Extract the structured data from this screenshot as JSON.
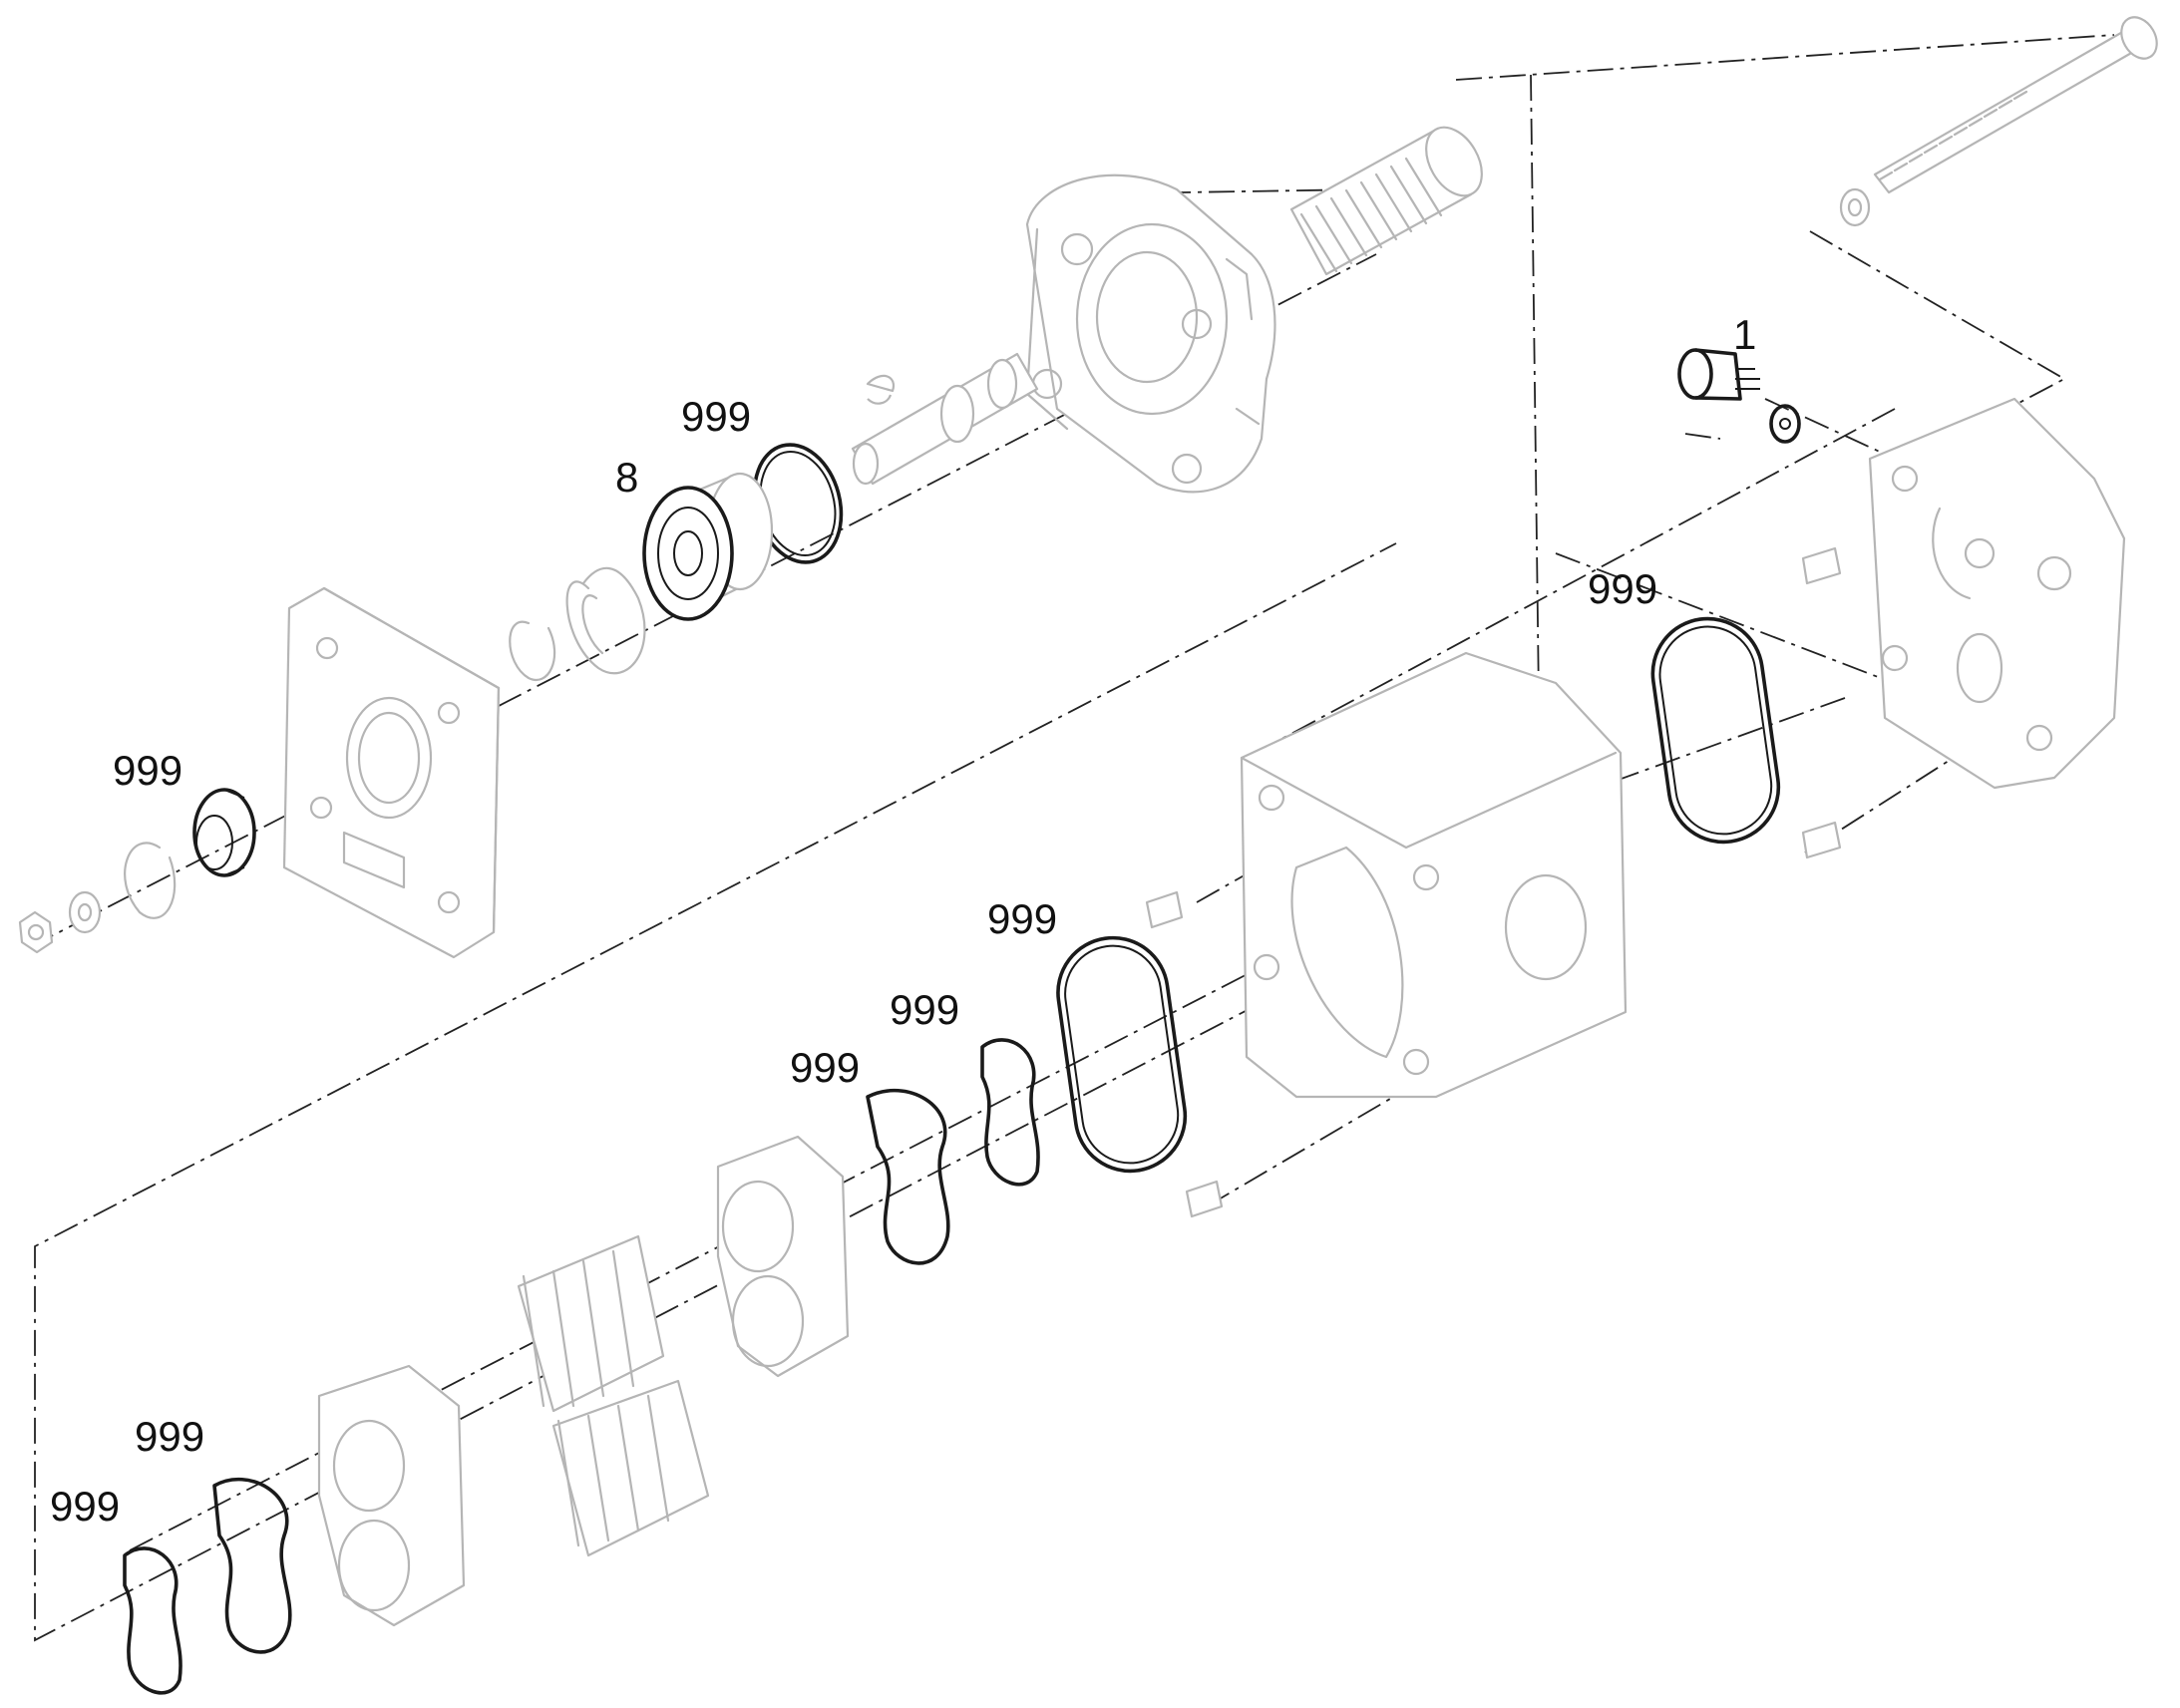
{
  "diagram": {
    "callouts": [
      {
        "id": "c-1",
        "text": "1"
      },
      {
        "id": "c-8",
        "text": "8"
      },
      {
        "id": "c-999-a",
        "text": "999"
      },
      {
        "id": "c-999-b",
        "text": "999"
      },
      {
        "id": "c-999-c",
        "text": "999"
      },
      {
        "id": "c-999-d",
        "text": "999"
      },
      {
        "id": "c-999-e",
        "text": "999"
      },
      {
        "id": "c-999-f",
        "text": "999"
      },
      {
        "id": "c-999-g",
        "text": "999"
      },
      {
        "id": "c-999-h",
        "text": "999"
      }
    ],
    "colors": {
      "line_art": "#b5b5b5",
      "highlight_parts": "#1a1a1a",
      "center_lines": "#222222",
      "background": "#ffffff"
    }
  }
}
